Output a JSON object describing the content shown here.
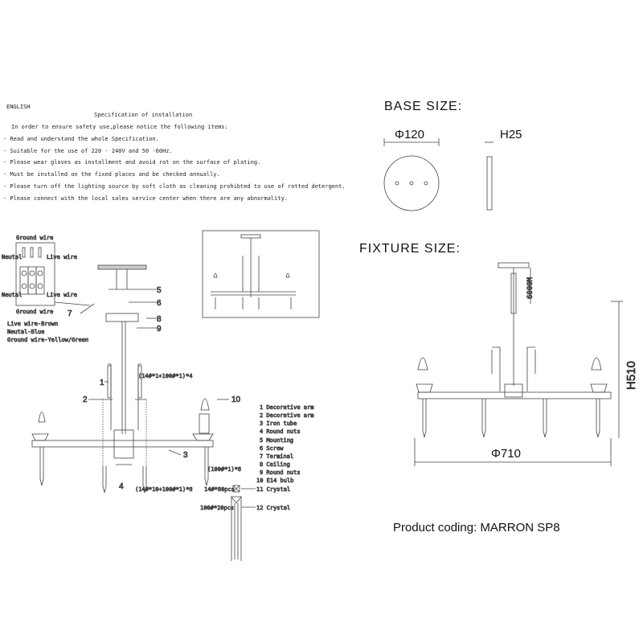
{
  "spec": {
    "language": "ENGLISH",
    "title": "Specification of installation",
    "intro": "In order to ensure safety use,please notice the following items:",
    "items": [
      "·  Read and understand the whole Specification.",
      "·  Suitable for the use of 220 - 240V and 50 -60Hz.",
      "·  Please wear gloves as installment and avoid rot on the surface of plating.",
      "·  Must be installed on the fixed places and be checked annually.",
      "·  Please turn off the lighting source by soft cloth as cleaning prohibted to use of rotted detergent.",
      "·  Please connect with the local sales service center when there are any abnormality."
    ]
  },
  "wiring": {
    "ground_top": "Ground wire",
    "neutral_top": "Neutal",
    "live_top": "Live wire",
    "neutral_bottom": "Neutal",
    "live_bottom": "Live wire",
    "ground_bottom": "Ground wire",
    "legend": [
      "Live wire-Brown",
      "Neutal-Blue",
      "Ground wire-Yellow/Green"
    ]
  },
  "callouts": {
    "c1": "1",
    "c2": "2",
    "c3": "3",
    "c4": "4",
    "c5": "5",
    "c6": "6",
    "c7": "7",
    "c8": "8",
    "c9": "9",
    "c10": "10",
    "q1": "(14#*1+100#*1)*4",
    "q2": "(100#*1)*8",
    "q3": "(14#*10+100#*1)*8",
    "q11": "14#*80pcs",
    "q12": "100#*20pcs"
  },
  "parts": [
    "1 Decorative arm",
    "2 Decorative arm",
    "3 Iron tube",
    "4 Round nuts",
    "5 Mounting",
    "6 Screw",
    "7 Terminal",
    "8 Ceiling",
    "9 Round nuts",
    "10 E14 bulb",
    "11 Crystal",
    "12 Crystal"
  ],
  "base": {
    "title": "BASE SIZE:",
    "diameter": "Φ120",
    "height": "H25"
  },
  "fixture": {
    "title": "FIXTURE SIZE:",
    "chain": "6000M",
    "height": "H510",
    "diameter": "Φ710"
  },
  "product_coding": "Product coding: MARRON SP8"
}
